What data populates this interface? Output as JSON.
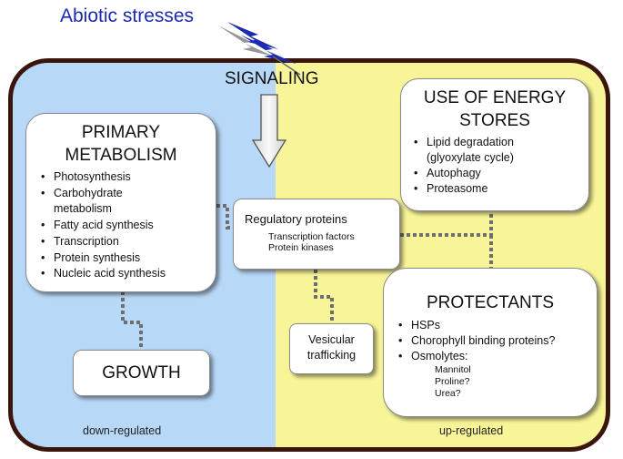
{
  "title": "Abiotic stresses",
  "signaling": "SIGNALING",
  "primary_metabolism": {
    "title_line1": "PRIMARY",
    "title_line2": "METABOLISM",
    "items": [
      "Photosynthesis",
      "Carbohydrate",
      "Fatty acid synthesis",
      "Transcription",
      "Protein synthesis",
      "Nucleic acid synthesis"
    ],
    "item_continuation": "metabolism"
  },
  "growth": {
    "title": "GROWTH"
  },
  "regulatory": {
    "title": "Regulatory proteins",
    "items": [
      "Transcription factors",
      "Protein kinases"
    ]
  },
  "vesicular": {
    "line1": "Vesicular",
    "line2": "trafficking"
  },
  "energy": {
    "title_line1": "USE OF ENERGY",
    "title_line2": "STORES",
    "items": [
      "Lipid degradation",
      "Autophagy",
      "Proteasome"
    ],
    "item_continuation": "(glyoxylate cycle)"
  },
  "protectants": {
    "title": "PROTECTANTS",
    "items": [
      "HSPs",
      "Chorophyll binding proteins?",
      "Osmolytes:"
    ],
    "osmolytes": [
      "Mannitol",
      "Proline?",
      "Urea?"
    ]
  },
  "regions": {
    "down": "down-regulated",
    "up": "up-regulated"
  },
  "colors": {
    "down_background": "#b8d8f7",
    "up_background": "#f8f598",
    "frame": "#3a150c",
    "title": "#1c2bb0",
    "lightning": "#1c2bb0"
  }
}
